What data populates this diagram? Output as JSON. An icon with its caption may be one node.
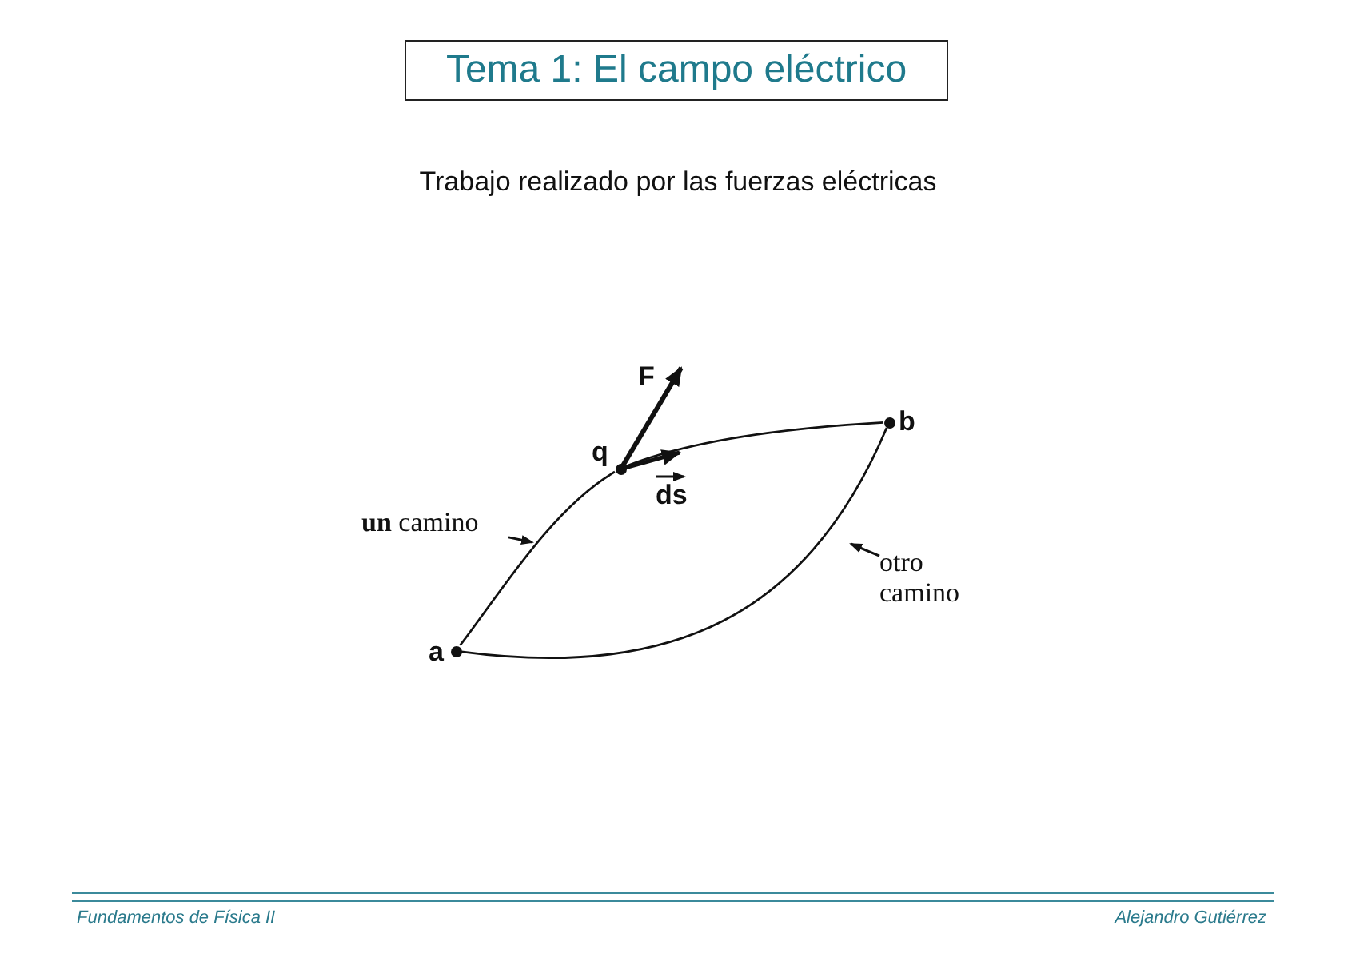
{
  "diagram": {
    "title": "Tema 1: El campo eléctrico",
    "nodes": [
      {
        "text": [],
        "shape": "circle",
        "beside": [
          "a"
        ]
      },
      {
        "text": [],
        "shape": "circle",
        "beside": [
          "q"
        ]
      },
      {
        "text": [],
        "shape": "circle",
        "beside": [
          "b"
        ]
      },
      {
        "text": [
          "**un** camino"
        ]
      },
      {
        "text": [
          "otro camino"
        ]
      }
    ],
    "edges": [
      {
        "from": 0,
        "to": 1,
        "arrow": "none"
      },
      {
        "from": 1,
        "to": 2,
        "arrow": "none"
      },
      {
        "from": 0,
        "to": 2,
        "arrow": "none"
      },
      {
        "from": 3,
        "to": null,
        "arrow": "to"
      },
      {
        "from": 4,
        "to": null,
        "arrow": "to"
      }
    ],
    "labels": [
      "Trabajo realizado por las fuerzas eléctricas",
      "F",
      "ds",
      "Fundamentos de Física II",
      "Alejandro Gutiérrez"
    ]
  }
}
